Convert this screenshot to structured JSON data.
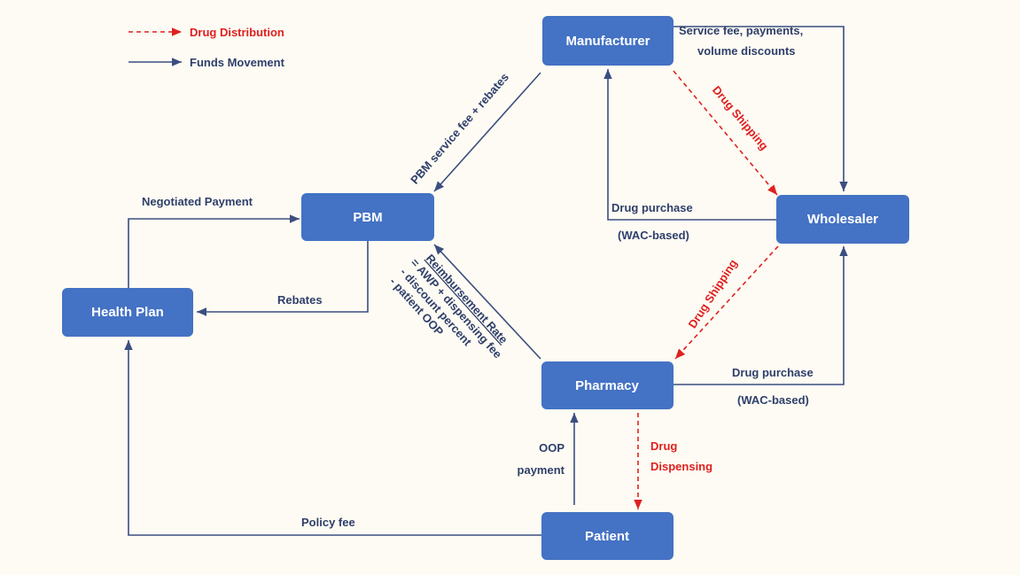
{
  "legend": {
    "distribution": "Drug Distribution",
    "funds": "Funds Movement"
  },
  "colors": {
    "box": "#4472c4",
    "funds": "#3c4e80",
    "distribution": "#e02020",
    "background": "#fdfbf3"
  },
  "nodes": {
    "manufacturer": "Manufacturer",
    "pbm": "PBM",
    "wholesaler": "Wholesaler",
    "health_plan": "Health Plan",
    "pharmacy": "Pharmacy",
    "patient": "Patient"
  },
  "edges": {
    "mfr_service_fee": [
      "Service fee, payments,",
      "volume discounts"
    ],
    "pbm_service_fee": "PBM service fee + rebates",
    "drug_shipping_1": "Drug Shipping",
    "drug_purchase_wholesaler": [
      "Drug purchase",
      "(WAC-based)"
    ],
    "negotiated_payment": "Negotiated Payment",
    "rebates": "Rebates",
    "reimbursement": [
      "Reimbursement Rate",
      "= AWP + dispensing fee",
      "- discount percent",
      "- patient OOP"
    ],
    "drug_shipping_2": "Drug Shipping",
    "drug_purchase_pharmacy": [
      "Drug purchase",
      "(WAC-based)"
    ],
    "oop_payment": [
      "OOP",
      "payment"
    ],
    "drug_dispensing": [
      "Drug",
      "Dispensing"
    ],
    "policy_fee": "Policy fee"
  }
}
